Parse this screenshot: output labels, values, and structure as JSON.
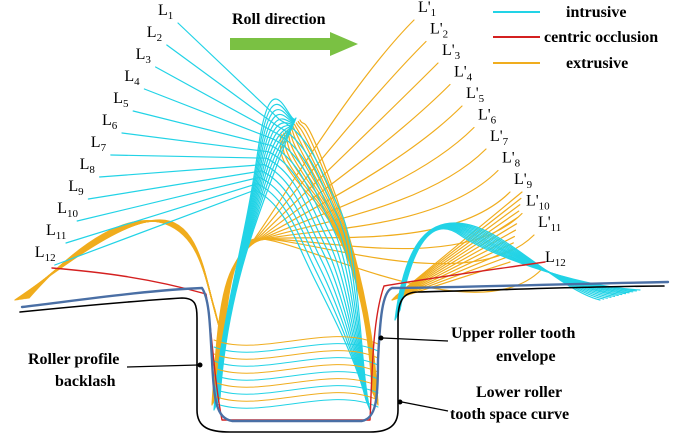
{
  "title": "Roll direction",
  "legend": [
    {
      "label": "intrusive",
      "color": "#22d3e6"
    },
    {
      "label": "centric occlusion",
      "color": "#d42020"
    },
    {
      "label": "extrusive",
      "color": "#f0ad1e"
    }
  ],
  "left_lines": [
    {
      "base": "L",
      "sub": "1"
    },
    {
      "base": "L",
      "sub": "2"
    },
    {
      "base": "L",
      "sub": "3"
    },
    {
      "base": "L",
      "sub": "4"
    },
    {
      "base": "L",
      "sub": "5"
    },
    {
      "base": "L",
      "sub": "6"
    },
    {
      "base": "L",
      "sub": "7"
    },
    {
      "base": "L",
      "sub": "8"
    },
    {
      "base": "L",
      "sub": "9"
    },
    {
      "base": "L",
      "sub": "10"
    },
    {
      "base": "L",
      "sub": "11"
    },
    {
      "base": "L",
      "sub": "12"
    }
  ],
  "right_lines": [
    {
      "base": "L'",
      "sub": "1"
    },
    {
      "base": "L'",
      "sub": "2"
    },
    {
      "base": "L'",
      "sub": "3"
    },
    {
      "base": "L'",
      "sub": "4"
    },
    {
      "base": "L'",
      "sub": "5"
    },
    {
      "base": "L'",
      "sub": "6"
    },
    {
      "base": "L'",
      "sub": "7"
    },
    {
      "base": "L'",
      "sub": "8"
    },
    {
      "base": "L'",
      "sub": "9"
    },
    {
      "base": "L'",
      "sub": "10"
    },
    {
      "base": "L'",
      "sub": "11"
    },
    {
      "base": "L",
      "sub": "12"
    }
  ],
  "annotations": {
    "backlash_line1": "Roller profile",
    "backlash_line2": "backlash",
    "envelope_line1": "Upper roller  tooth",
    "envelope_line2": "envelope",
    "space_line1": "Lower roller",
    "space_line2": "tooth space curve"
  },
  "colors": {
    "intrusive": "#22d3e6",
    "centric": "#d42020",
    "extrusive": "#f0ad1e",
    "arrow": "#7ac143",
    "blue_profile": "#4a6fa5"
  }
}
